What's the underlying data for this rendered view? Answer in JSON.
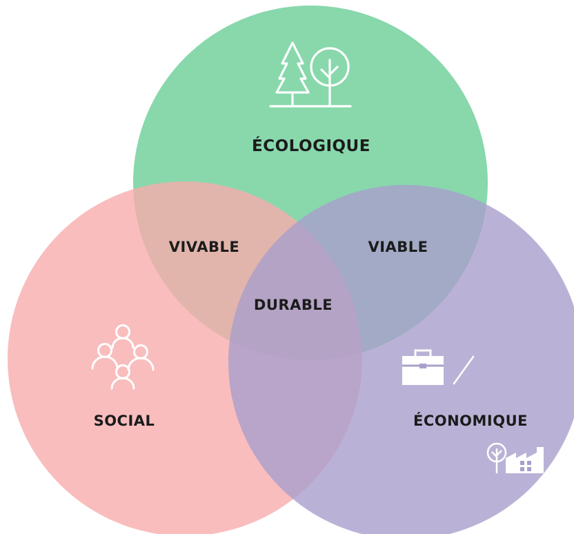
{
  "diagram": {
    "sets": [
      {
        "id": "ecologique",
        "label": "ÉCOLOGIQUE",
        "color": "#74d29e",
        "icon": "trees-icon"
      },
      {
        "id": "social",
        "label": "SOCIAL",
        "color": "#f7adac",
        "icon": "people-group-icon"
      },
      {
        "id": "economique",
        "label": "ÉCONOMIQUE",
        "color": "#a99fcc",
        "icon": "briefcase-icon"
      }
    ],
    "intersections": [
      {
        "sets": [
          "ecologique",
          "social"
        ],
        "label": "VIVABLE"
      },
      {
        "sets": [
          "ecologique",
          "economique"
        ],
        "label": "VIABLE"
      },
      {
        "sets": [
          "ecologique",
          "social",
          "economique"
        ],
        "label": "DURABLE"
      }
    ],
    "extra_icons": [
      "slash-icon",
      "tree-factory-icon"
    ]
  }
}
